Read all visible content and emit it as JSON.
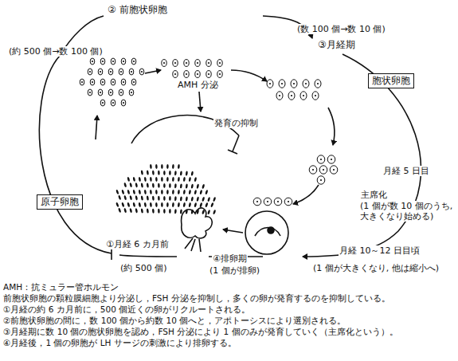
{
  "diagram": {
    "nodes": [
      {
        "text": [
          "胞状卵胞"
        ]
      },
      {
        "text": [
          "原子卵胞"
        ]
      }
    ],
    "labels": [
      "② 前胞状卵胞",
      "(約 500 個→数 100 個)",
      "(数 100 個→数 10 個)",
      "③月経期",
      "AMH 分泌",
      "発育の抑制",
      "月経 5 日目",
      "主席化",
      "(1 個が数 10 個のうち, 大きくなり始める)",
      "①月経 6 カ月前",
      "(約 500 個)",
      "④排卵期",
      "(1 個が排卵)",
      "月経 10～12 日目頃",
      "(1 個が大きくなり, 他は縮小へ)",
      "AMH：抗ミュラー管ホルモン",
      "前胞状卵胞の顆粒膜細胞より分泌し，FSH 分泌を抑制し，多くの卵が発育するのを抑制している。",
      "①月経の約 6 カ月前に，500 個近くの卵がリクルートされる。",
      "②前胞状卵胞の間に，数 100 個から約数 10 個へと，アポトーシスにより選別される。",
      "③月経期に数 10 個の胞状卵胞を認め，FSH 分泌により 1 個のみが発育していく（主席化という）。",
      "④月経後，1 個の卵胞が LH サージの刺激により排卵する。"
    ]
  }
}
